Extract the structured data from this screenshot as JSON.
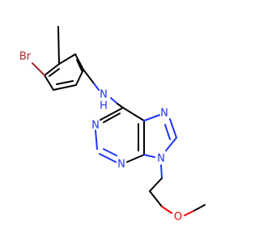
{
  "molecule": {
    "atom_labels": {
      "bromine": "Br",
      "amine": "N",
      "amine_h": "H",
      "purine_n1": "N",
      "purine_n3": "N",
      "purine_n7": "N",
      "purine_n9": "N",
      "ether_o": "O"
    },
    "colors": {
      "carbon_bond": "#000000",
      "nitrogen": "#2233ff",
      "bromine": "#a52a2a",
      "oxygen": "#ff0000"
    }
  }
}
